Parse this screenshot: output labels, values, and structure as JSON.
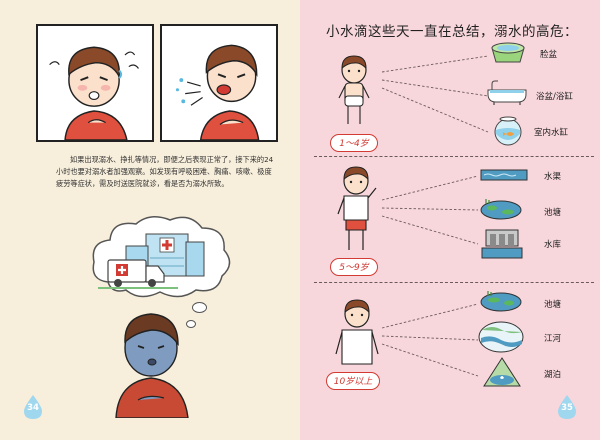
{
  "left_page": {
    "paragraph": "如果出现溺水、挣扎等情况，即便之后表现正常了，接下来的24小时也要对溺水者加强观察。如发现有呼吸困难、胸痛、咳嗽、极度疲劳等症状，需及时送医院就诊，看是否为溺水所致。",
    "page_number": "34"
  },
  "right_page": {
    "title": "小水滴这些天一直在总结，溺水的高危：",
    "page_number": "35",
    "groups": [
      {
        "age": "1～4岁",
        "places": [
          "脸盆",
          "浴盆/浴缸",
          "室内水缸"
        ]
      },
      {
        "age": "5～9岁",
        "places": [
          "水渠",
          "池塘",
          "水库"
        ]
      },
      {
        "age": "10岁以上",
        "places": [
          "池塘",
          "江河",
          "湖泊"
        ]
      }
    ]
  },
  "colors": {
    "left_background": "#f7eedb",
    "right_background": "#f8d7dc",
    "accent_red": "#d23b34",
    "water_blue": "#8fd0ea",
    "page_number_drop": "#9fd7ee"
  },
  "icons": [
    "water-drop-icon",
    "ambulance-icon",
    "hospital-icon",
    "basin-icon",
    "bathtub-icon",
    "fishbowl-icon",
    "canal-icon",
    "pond-icon",
    "reservoir-icon",
    "river-icon",
    "lake-icon"
  ]
}
